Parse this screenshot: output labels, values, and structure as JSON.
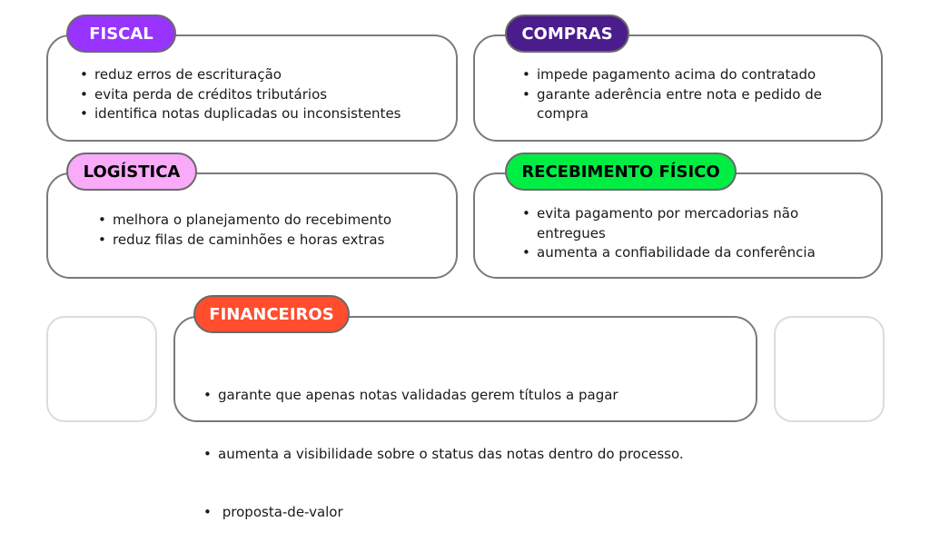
{
  "sections": [
    {
      "title": "FISCAL",
      "color": "#9933ff",
      "text_color": "#ffffff",
      "items": [
        "reduz erros de escrituração",
        "evita perda de créditos tributários",
        "identifica notas duplicadas ou inconsistentes"
      ]
    },
    {
      "title": "COMPRAS",
      "color": "#4b1c8c",
      "text_color": "#ffffff",
      "items": [
        "impede pagamento acima do contratado",
        "garante aderência entre nota e pedido de compra"
      ]
    },
    {
      "title": "LOGÍSTICA",
      "color": "#f9aaf9",
      "text_color": "#000000",
      "items": [
        "melhora o planejamento do recebimento",
        "reduz filas de caminhões e horas extras"
      ]
    },
    {
      "title": "RECEBIMENTO FÍSICO",
      "color": "#00ee44",
      "text_color": "#000000",
      "items": [
        "evita pagamento por mercadorias não entregues",
        "aumenta a confiabilidade da conferência"
      ]
    },
    {
      "title": "FINANCEIROS",
      "color": "#ff4d2e",
      "text_color": "#ffffff",
      "items": [
        "garante que apenas notas validadas gerem títulos a pagar",
        "aumenta a visibilidade sobre o status das notas dentro do processo.",
        " proposta-de-valor"
      ]
    }
  ]
}
